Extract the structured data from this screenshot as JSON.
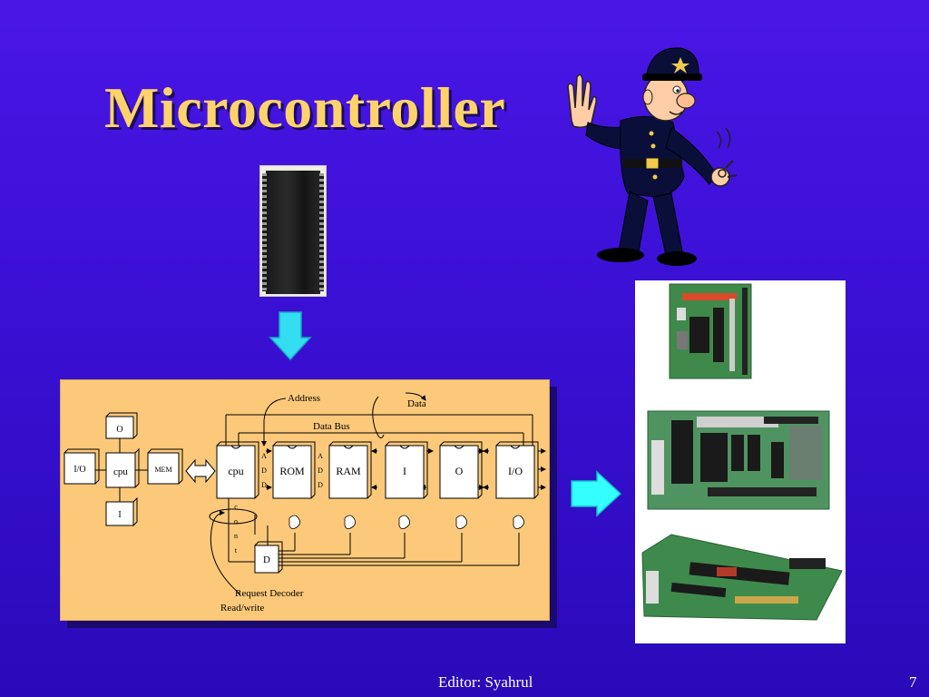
{
  "slide": {
    "title": "Microcontroller",
    "footer": "Editor: Syahrul",
    "page_number": "7"
  },
  "diagram": {
    "simple": {
      "top": "O",
      "left": "I/O",
      "center": "cpu",
      "right": "MEM",
      "bottom": "I"
    },
    "blocks": [
      "cpu",
      "ROM",
      "RAM",
      "I",
      "O",
      "I/O"
    ],
    "labels": {
      "address": "Address",
      "data": "Data",
      "data_bus": "Data Bus",
      "add_1": [
        "A",
        "D",
        "D"
      ],
      "add_2": [
        "A",
        "D",
        "D"
      ],
      "cont": [
        "c",
        "o",
        "n",
        "t"
      ],
      "decoder": "D",
      "request_decoder": "Request Decoder",
      "read_write": "Read/write"
    }
  },
  "colors": {
    "background": "#3a10d4",
    "title": "#ffd36a",
    "diagram_bg": "#fcc97a",
    "arrow": "#33ddf2"
  },
  "images": {
    "chip": "microcontroller-chip",
    "character": "police-officer-cartoon",
    "boards": "microcontroller-boards"
  }
}
